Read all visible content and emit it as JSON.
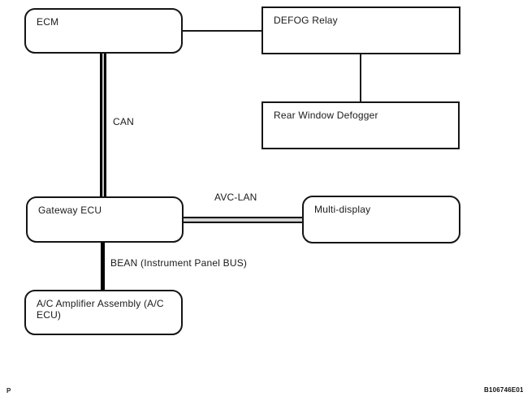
{
  "diagram": {
    "colors": {
      "line": "#000000",
      "background": "#ffffff"
    },
    "nodes": [
      {
        "id": "ecm",
        "label": "ECM",
        "shape": "rounded"
      },
      {
        "id": "defog-relay",
        "label": "DEFOG Relay",
        "shape": "rectangle"
      },
      {
        "id": "rear-window-defogger",
        "label": "Rear Window Defogger",
        "shape": "rectangle"
      },
      {
        "id": "gateway-ecu",
        "label": "Gateway ECU",
        "shape": "rounded"
      },
      {
        "id": "multi-display",
        "label": "Multi-display",
        "shape": "rounded"
      },
      {
        "id": "ac-amplifier",
        "label": "A/C Amplifier Assembly (A/C ECU)",
        "shape": "rounded"
      }
    ],
    "buses": [
      {
        "id": "can",
        "label": "CAN",
        "from": "ecm",
        "to": "gateway-ecu",
        "style": "double-line"
      },
      {
        "id": "avc-lan",
        "label": "AVC-LAN",
        "from": "gateway-ecu",
        "to": "multi-display",
        "style": "double-line"
      },
      {
        "id": "bean",
        "label": "BEAN (Instrument Panel BUS)",
        "from": "gateway-ecu",
        "to": "ac-amplifier",
        "style": "thick-line"
      }
    ],
    "plain_connections": [
      {
        "from": "ecm",
        "to": "defog-relay"
      },
      {
        "from": "defog-relay",
        "to": "rear-window-defogger"
      }
    ],
    "figure_code": "B106746E01",
    "page_mark": "P"
  }
}
